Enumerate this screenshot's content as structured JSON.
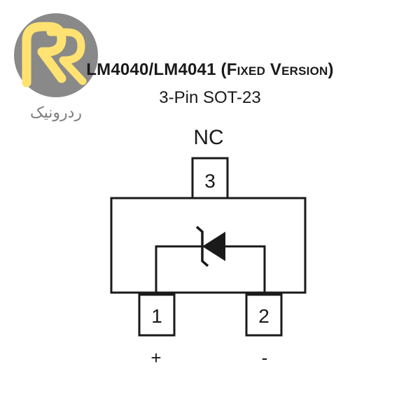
{
  "title": {
    "part_number": "LM4040/LM4041",
    "version": "(Fixed Version)"
  },
  "subtitle": "3-Pin SOT-23",
  "pins": [
    {
      "number": "3",
      "label": "NC"
    },
    {
      "number": "1",
      "label": "+"
    },
    {
      "number": "2",
      "label": "-"
    }
  ],
  "watermark": {
    "text": "ردرونیک",
    "logo_color": "#ffe066",
    "circle_color": "#7f7f7f"
  },
  "colors": {
    "ink": "#1a1a1a",
    "background": "#ffffff"
  }
}
